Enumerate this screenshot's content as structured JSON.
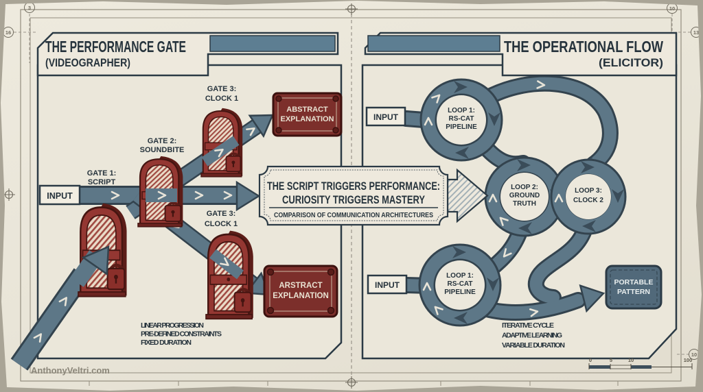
{
  "meta": {
    "website": "AnthonyVeltri.com"
  },
  "colors": {
    "paper": "#e9e5d8",
    "ink": "#26333c",
    "arrow_slate": "#5d7787",
    "arrow_outline": "#33434e",
    "header_bar": "#5d7e92",
    "gate_red": "#943732",
    "gate_red_dark": "#5c1d18",
    "plaque_maroon": "#7c2f2b",
    "steel_box": "#51697a"
  },
  "frame": {
    "markers": {
      "top_left": "3",
      "top_right": "10",
      "left": "16",
      "right": "13",
      "bottom_right": "10"
    }
  },
  "left_panel": {
    "title": "THE PERFORMANCE GATE",
    "subtitle": "(VIDEOGRAPHER)",
    "input": "INPUT",
    "gate1": {
      "l1": "GATE 1:",
      "l2": "SCRIPT"
    },
    "gate2": {
      "l1": "GATE 2:",
      "l2": "SOUNDBITE"
    },
    "gate3a": {
      "l1": "GATE 3:",
      "l2": "CLOCK 1"
    },
    "gate3b": {
      "l1": "GATE 3:",
      "l2": "CLOCK 1"
    },
    "output_top": {
      "l1": "ABSTRACT",
      "l2": "EXPLANATION"
    },
    "output_bottom": {
      "l1": "ARSTRACT",
      "l2": "EXPLANATION"
    },
    "notes": [
      "LINEAR PROGRESSION",
      "PRE-DEFINED CONSTRAINTS",
      "FIXED DURATION"
    ]
  },
  "banner": {
    "line1": "THE SCRIPT TRIGGERS PERFORMANCE:",
    "line2": "CURIOSITY TRIGGERS MASTERY",
    "caption": "COMPARISON OF COMMUNICATION ARCHITECTURES"
  },
  "right_panel": {
    "title": "THE OPERATIONAL FLOW",
    "subtitle": "(ELICITOR)",
    "input_top": "INPUT",
    "input_bottom": "INPUT",
    "loop1_top": {
      "l1": "LOOP 1:",
      "l2": "RS-CAT",
      "l3": "PIPELINE"
    },
    "loop2": {
      "l1": "LOOP 2:",
      "l2": "GROUND",
      "l3": "TRUTH"
    },
    "loop3": {
      "l1": "LOOP 3:",
      "l2": "CLOCK 2"
    },
    "loop1_bottom": {
      "l1": "LOOP 1:",
      "l2": "RS-CAT",
      "l3": "PIPELINE"
    },
    "output": {
      "l1": "PORTABLE",
      "l2": "PATTERN"
    },
    "notes": [
      "ITERATIVE CYCLE",
      "ADAPTIVE LEARNING",
      "VARIABLE DURATION"
    ]
  },
  "scale_bar": {
    "ticks": [
      "0",
      "5",
      "10",
      "100"
    ]
  }
}
